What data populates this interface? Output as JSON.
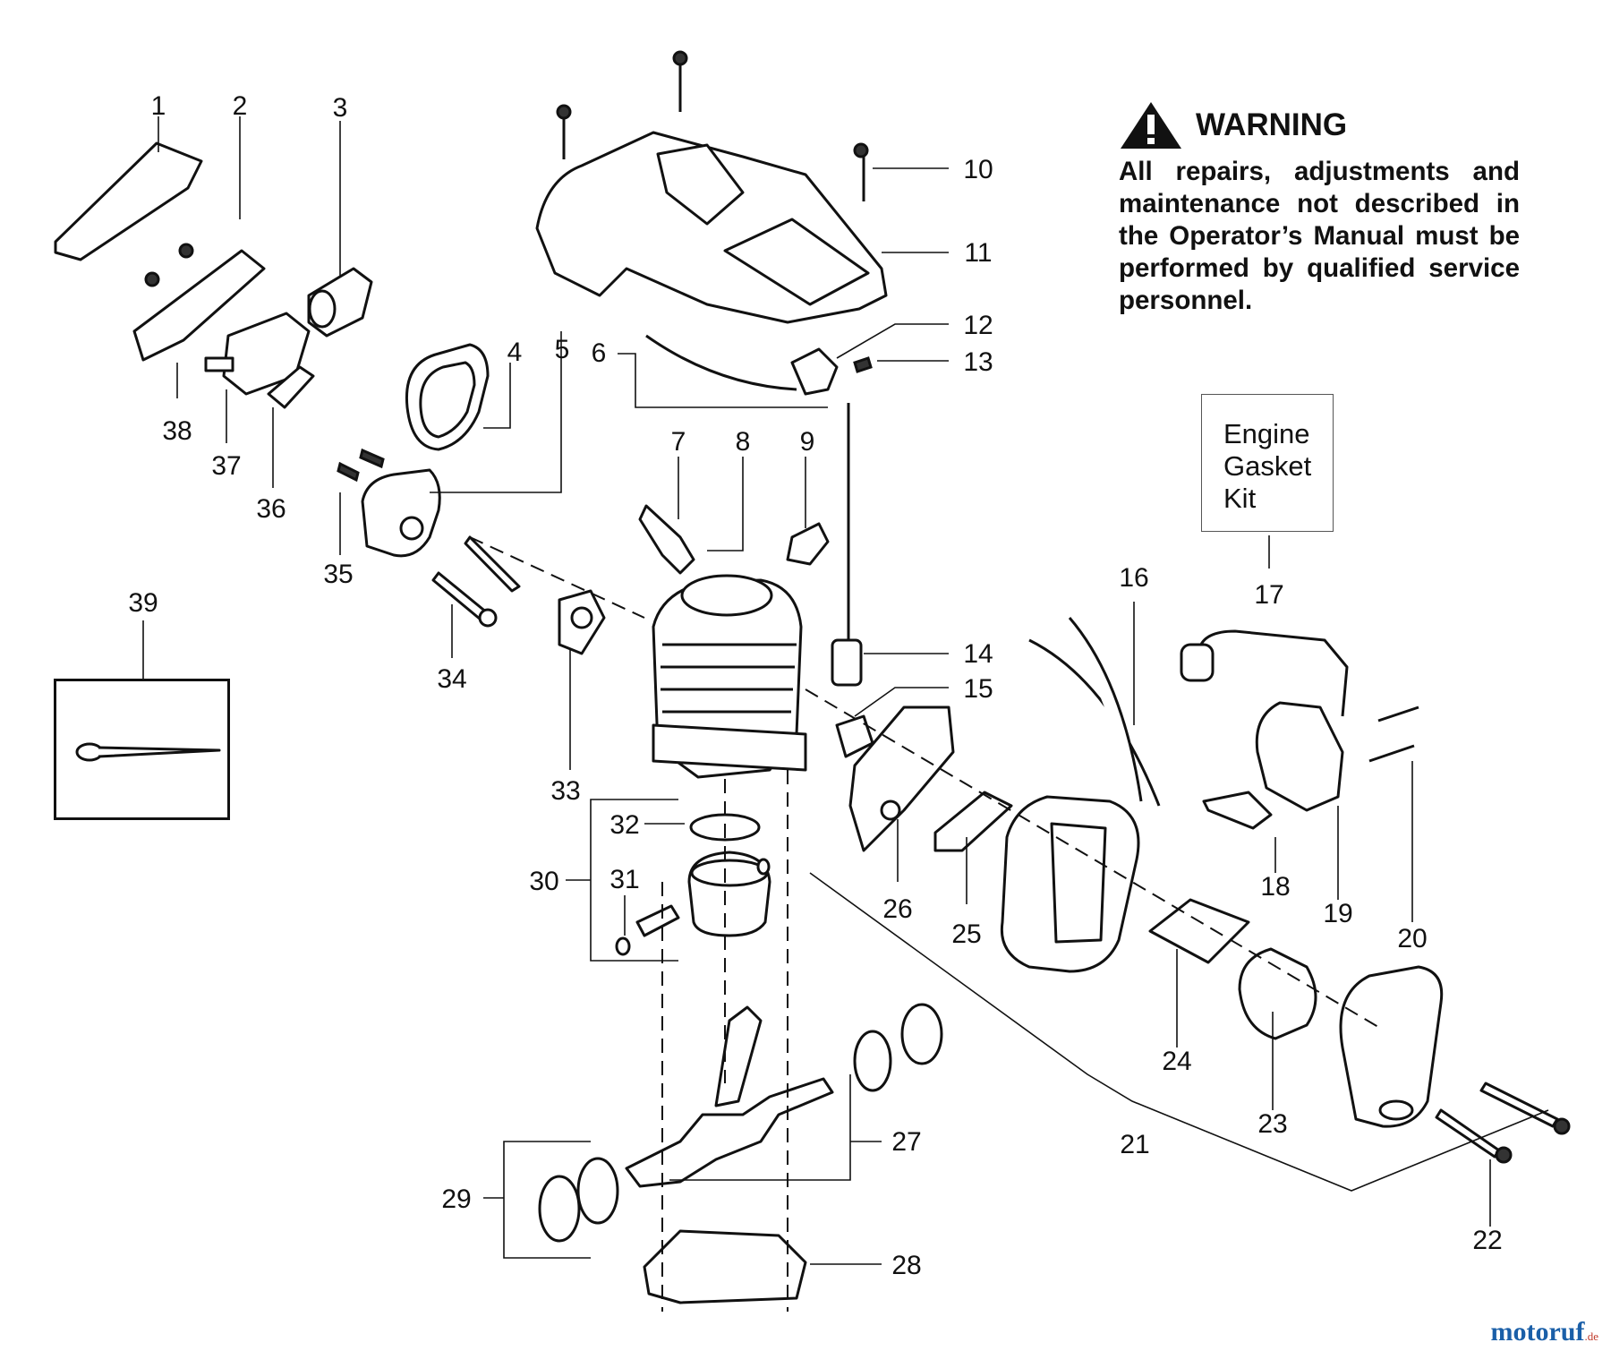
{
  "warning": {
    "title": "WARNING",
    "text": "All repairs, adjustments and maintenance not described in the Operator’s Manual must be performed by qualified service personnel."
  },
  "kit_box": {
    "label": "Engine\nGasket\nKit"
  },
  "callouts": [
    "1",
    "2",
    "3",
    "4",
    "5",
    "6",
    "7",
    "8",
    "9",
    "10",
    "11",
    "12",
    "13",
    "14",
    "15",
    "16",
    "17",
    "18",
    "19",
    "20",
    "21",
    "22",
    "23",
    "24",
    "25",
    "26",
    "27",
    "28",
    "29",
    "30",
    "31",
    "32",
    "33",
    "34",
    "35",
    "36",
    "37",
    "38",
    "39"
  ],
  "watermark": {
    "name": "motoruf",
    "tld": ".de",
    "brand_color": "#1a5fa8"
  },
  "icons": {
    "warning": "warning-triangle-icon"
  }
}
